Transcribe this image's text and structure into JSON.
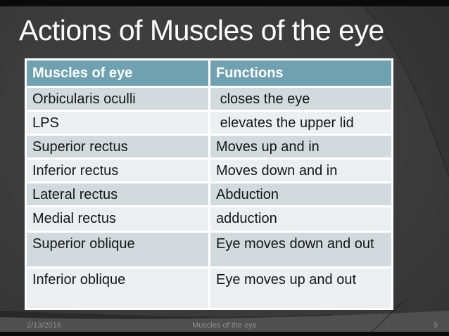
{
  "slide": {
    "title": "Actions of Muscles of the eye",
    "table": {
      "headers": [
        "Muscles of eye",
        "Functions"
      ],
      "rows": [
        [
          "Orbicularis oculli",
          " closes the eye"
        ],
        [
          "LPS",
          " elevates the upper lid"
        ],
        [
          "Superior rectus",
          "Moves up and in"
        ],
        [
          "Inferior rectus",
          "Moves down and in"
        ],
        [
          "Lateral rectus",
          "Abduction"
        ],
        [
          "Medial rectus",
          "adduction"
        ],
        [
          "Superior oblique",
          "Eye moves down and out"
        ],
        [
          "Inferior oblique",
          "Eye moves up and out"
        ]
      ]
    },
    "footer": {
      "date": "2/13/2016",
      "title": "Muscles of the eye",
      "page_number": "9"
    }
  },
  "colors": {
    "slide_bg": "#3c3c3c",
    "bar": "#0a0a0a",
    "header_bg": "#6fa1b1",
    "header_text": "#ffffff",
    "row_dark": "#d2dade",
    "row_light": "#ebeff2",
    "table_border": "#ffffff",
    "body_text": "#161616",
    "title_text": "#fdfdfd",
    "footer_text": "#8f8f8f",
    "footer_band": "#4f4f4f"
  }
}
